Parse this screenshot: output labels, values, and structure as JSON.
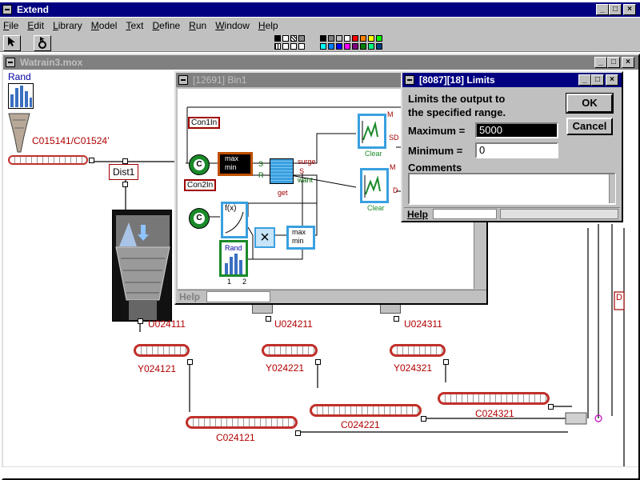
{
  "app": {
    "title": "Extend"
  },
  "menu": [
    "File",
    "Edit",
    "Library",
    "Model",
    "Text",
    "Define",
    "Run",
    "Window",
    "Help"
  ],
  "model_window": {
    "title": "Watrain3.mox"
  },
  "model_labels": {
    "rand": "Rand",
    "source_conveyor": "C015141/C01524’",
    "dist": "Dist1",
    "u1": "U024111",
    "u2": "U024211",
    "u3": "U024311",
    "y1": "Y024121",
    "y2": "Y024221",
    "y3": "Y024321",
    "c1": "C024121",
    "c2": "C024221",
    "c3": "C024321",
    "edge_letter": "D"
  },
  "hblock_window": {
    "title": "[12691]   Bin1",
    "con1": "Con1In",
    "con2": "Con2In",
    "c_label": "C",
    "max_label": "max",
    "min_label": "min",
    "s_label": "S",
    "r_label": "R",
    "surge": "surge",
    "s2": "S",
    "want": "want",
    "get": "get",
    "fx": "f(x)",
    "rand": "Rand",
    "rand_ports": [
      "1",
      "2"
    ],
    "clear": "Clear",
    "m": "M",
    "sd": "SD",
    "d": "D",
    "help": "Help"
  },
  "dialog": {
    "title": "[8087][18]   Limits",
    "description_line1": "Limits the output to",
    "description_line2": "the specified range.",
    "maximum_label": "Maximum =",
    "maximum_value": "5000",
    "minimum_label": "Minimum =",
    "minimum_value": "0",
    "comments_label": "Comments",
    "ok": "OK",
    "cancel": "Cancel",
    "help": "Help"
  },
  "icons": {
    "arrow_tool": "arrow-cursor-icon",
    "link_tool": "link-tool-icon",
    "minimize": "minimize-icon",
    "maximize": "maximize-icon",
    "close": "close-icon"
  },
  "colors": {
    "titlebar_active": "#000080",
    "titlebar_inactive": "#808080",
    "conveyor_red": "#c0302a",
    "label_red": "#b00000",
    "block_green": "#1a8a2a",
    "block_blue": "#3aa0e0"
  },
  "palette": [
    "#000000",
    "#808080",
    "#c0c0c0",
    "#ffffff",
    "#ff0000",
    "#ff8000",
    "#ffff00",
    "#00ff00",
    "#00ffff",
    "#0080ff",
    "#0000ff",
    "#ff00ff",
    "#800080",
    "#008000",
    "#00ff80",
    "#004080"
  ]
}
